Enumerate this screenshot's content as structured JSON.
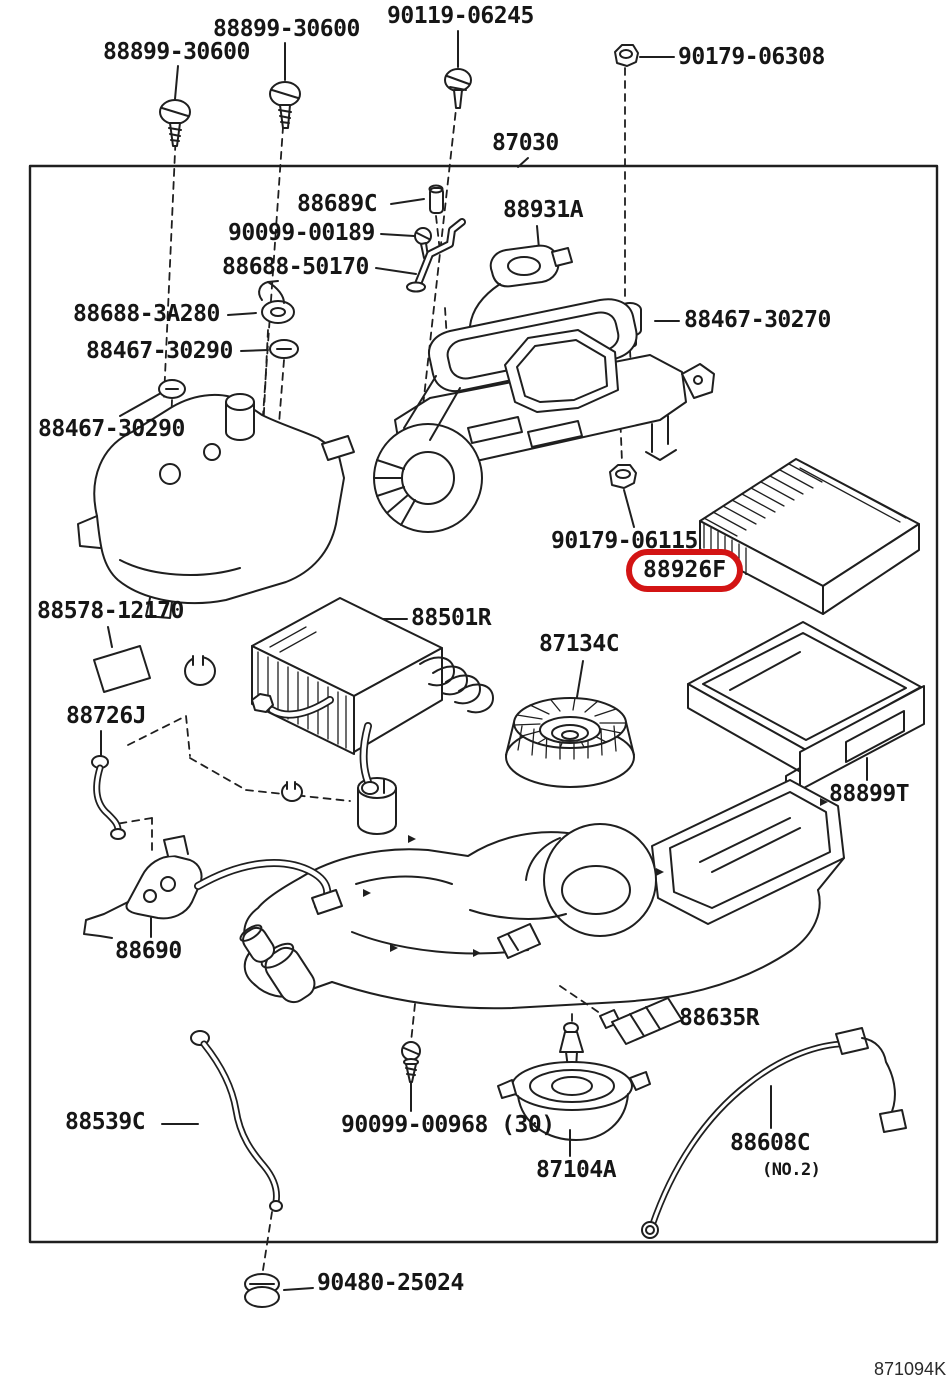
{
  "figure": {
    "highlight_color": "#d31414",
    "line_color": "#1f1f1f",
    "highlighted_part": "88926F"
  },
  "labels": {
    "screw_left": "88899-30600",
    "screw_center": "88899-30600",
    "screw_right": "90119-06245",
    "nut_top_right": "90179-06308",
    "assembly": "87030",
    "clip_88689c": "88689C",
    "screw_90099_00189": "90099-00189",
    "bracket_88688_50170": "88688-50170",
    "sensor_88931a": "88931A",
    "bracket_88688_3a280": "88688-3A280",
    "grommet_88467_30290_upper": "88467-30290",
    "sensor_88467_30270": "88467-30270",
    "grommet_88467_30290_lower": "88467-30290",
    "nut_90179_06115": "90179-06115",
    "evaporator_88926f": "88926F",
    "pad_88578_12170": "88578-12170",
    "heater_core_88501r": "88501R",
    "blower_wheel_87134c": "87134C",
    "hose_88726j": "88726J",
    "tray_88899t": "88899T",
    "bracket_88690": "88690",
    "resistor_88635r": "88635R",
    "screw_90099_00968": "90099-00968 (30)",
    "motor_87104a": "87104A",
    "hose_88539c": "88539C",
    "wire_88608c": "88608C",
    "wire_88608c_note": "(NO.2)",
    "grommet_90480_25024": "90480-25024",
    "drawing_code": "871094K"
  }
}
